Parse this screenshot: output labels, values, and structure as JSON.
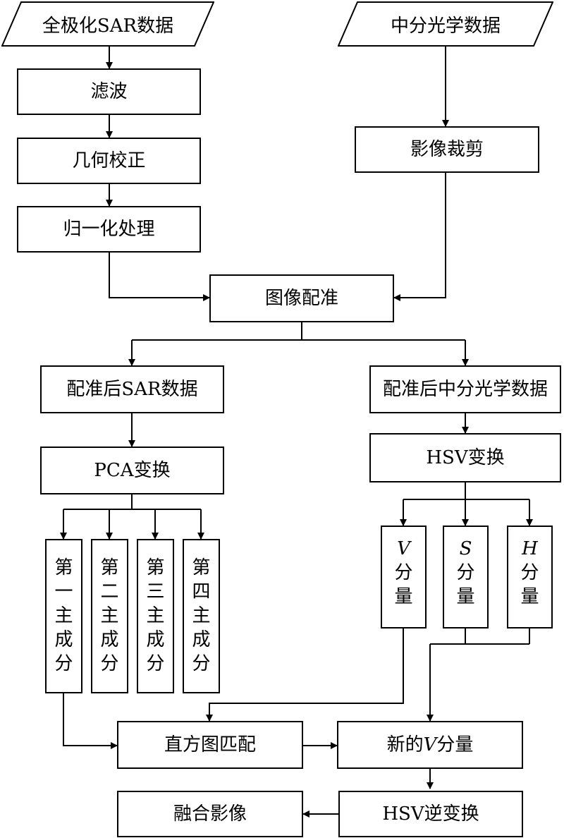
{
  "inputs": {
    "sar": "全极化SAR数据",
    "optical": "中分光学数据"
  },
  "sar_chain": {
    "filter": "滤波",
    "geo_correction": "几何校正",
    "normalize": "归一化处理"
  },
  "optical_chain": {
    "crop": "影像裁剪"
  },
  "registration": "图像配准",
  "registered": {
    "sar": "配准后SAR数据",
    "optical": "配准后中分光学数据"
  },
  "pca": {
    "transform": "PCA变换",
    "components": [
      "第一主成分",
      "第二主成分",
      "第三主成分",
      "第四主成分"
    ]
  },
  "hsv": {
    "transform": "HSV变换",
    "components": [
      {
        "symbol": "V",
        "label": "分量"
      },
      {
        "symbol": "S",
        "label": "分量"
      },
      {
        "symbol": "H",
        "label": "分量"
      }
    ],
    "new_v": {
      "prefix": "新的",
      "symbol": "V",
      "suffix": "分量"
    },
    "inverse": "HSV逆变换"
  },
  "histogram_match": "直方图匹配",
  "output": "融合影像",
  "colors": {
    "stroke": "#000000",
    "background": "#ffffff"
  }
}
